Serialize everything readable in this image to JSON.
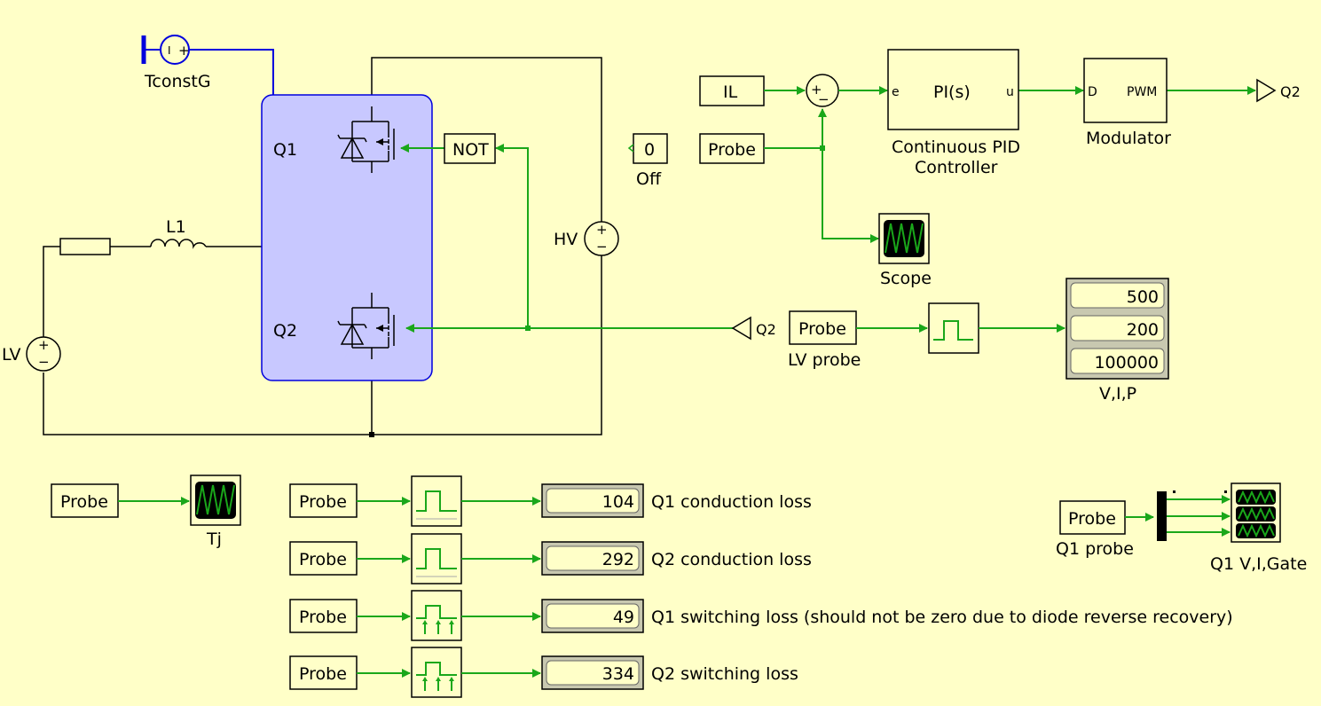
{
  "labels": {
    "tconst": "TconstG",
    "q1": "Q1",
    "q2": "Q2",
    "l1": "L1",
    "lv": "LV",
    "hv": "HV",
    "not": "NOT",
    "const_value": "0",
    "off": "Off",
    "il": "IL",
    "probe": "Probe",
    "pi": "PI(s)",
    "pi_e": "e",
    "pi_u": "u",
    "pid_line1": "Continuous PID",
    "pid_line2": "Controller",
    "mod_d": "D",
    "mod_pwm": "PWM",
    "modulator": "Modulator",
    "goto_q2": "Q2",
    "from_q2": "Q2",
    "scope": "Scope",
    "lv_probe": "LV probe",
    "vip": "V,I,P",
    "tj": "Tj",
    "q1_probe": "Q1 probe",
    "q1_vig": "Q1 V,I,Gate",
    "plus": "+",
    "minus": "−",
    "src_i": "I"
  },
  "vip_display": [
    "500",
    "200",
    "100000"
  ],
  "loss_rows": [
    {
      "probe": "Probe",
      "value": "104",
      "label": "Q1 conduction loss"
    },
    {
      "probe": "Probe",
      "value": "292",
      "label": "Q2 conduction loss"
    },
    {
      "probe": "Probe",
      "value": "49",
      "label": "Q1 switching loss (should not be zero due to diode reverse recovery)"
    },
    {
      "probe": "Probe",
      "value": "334",
      "label": "Q2 switching loss"
    }
  ],
  "colors": {
    "background": "#ffffc8",
    "signal": "#1aa71a",
    "thermal": "#0000dd",
    "heatsink": "#c8c8ff"
  }
}
